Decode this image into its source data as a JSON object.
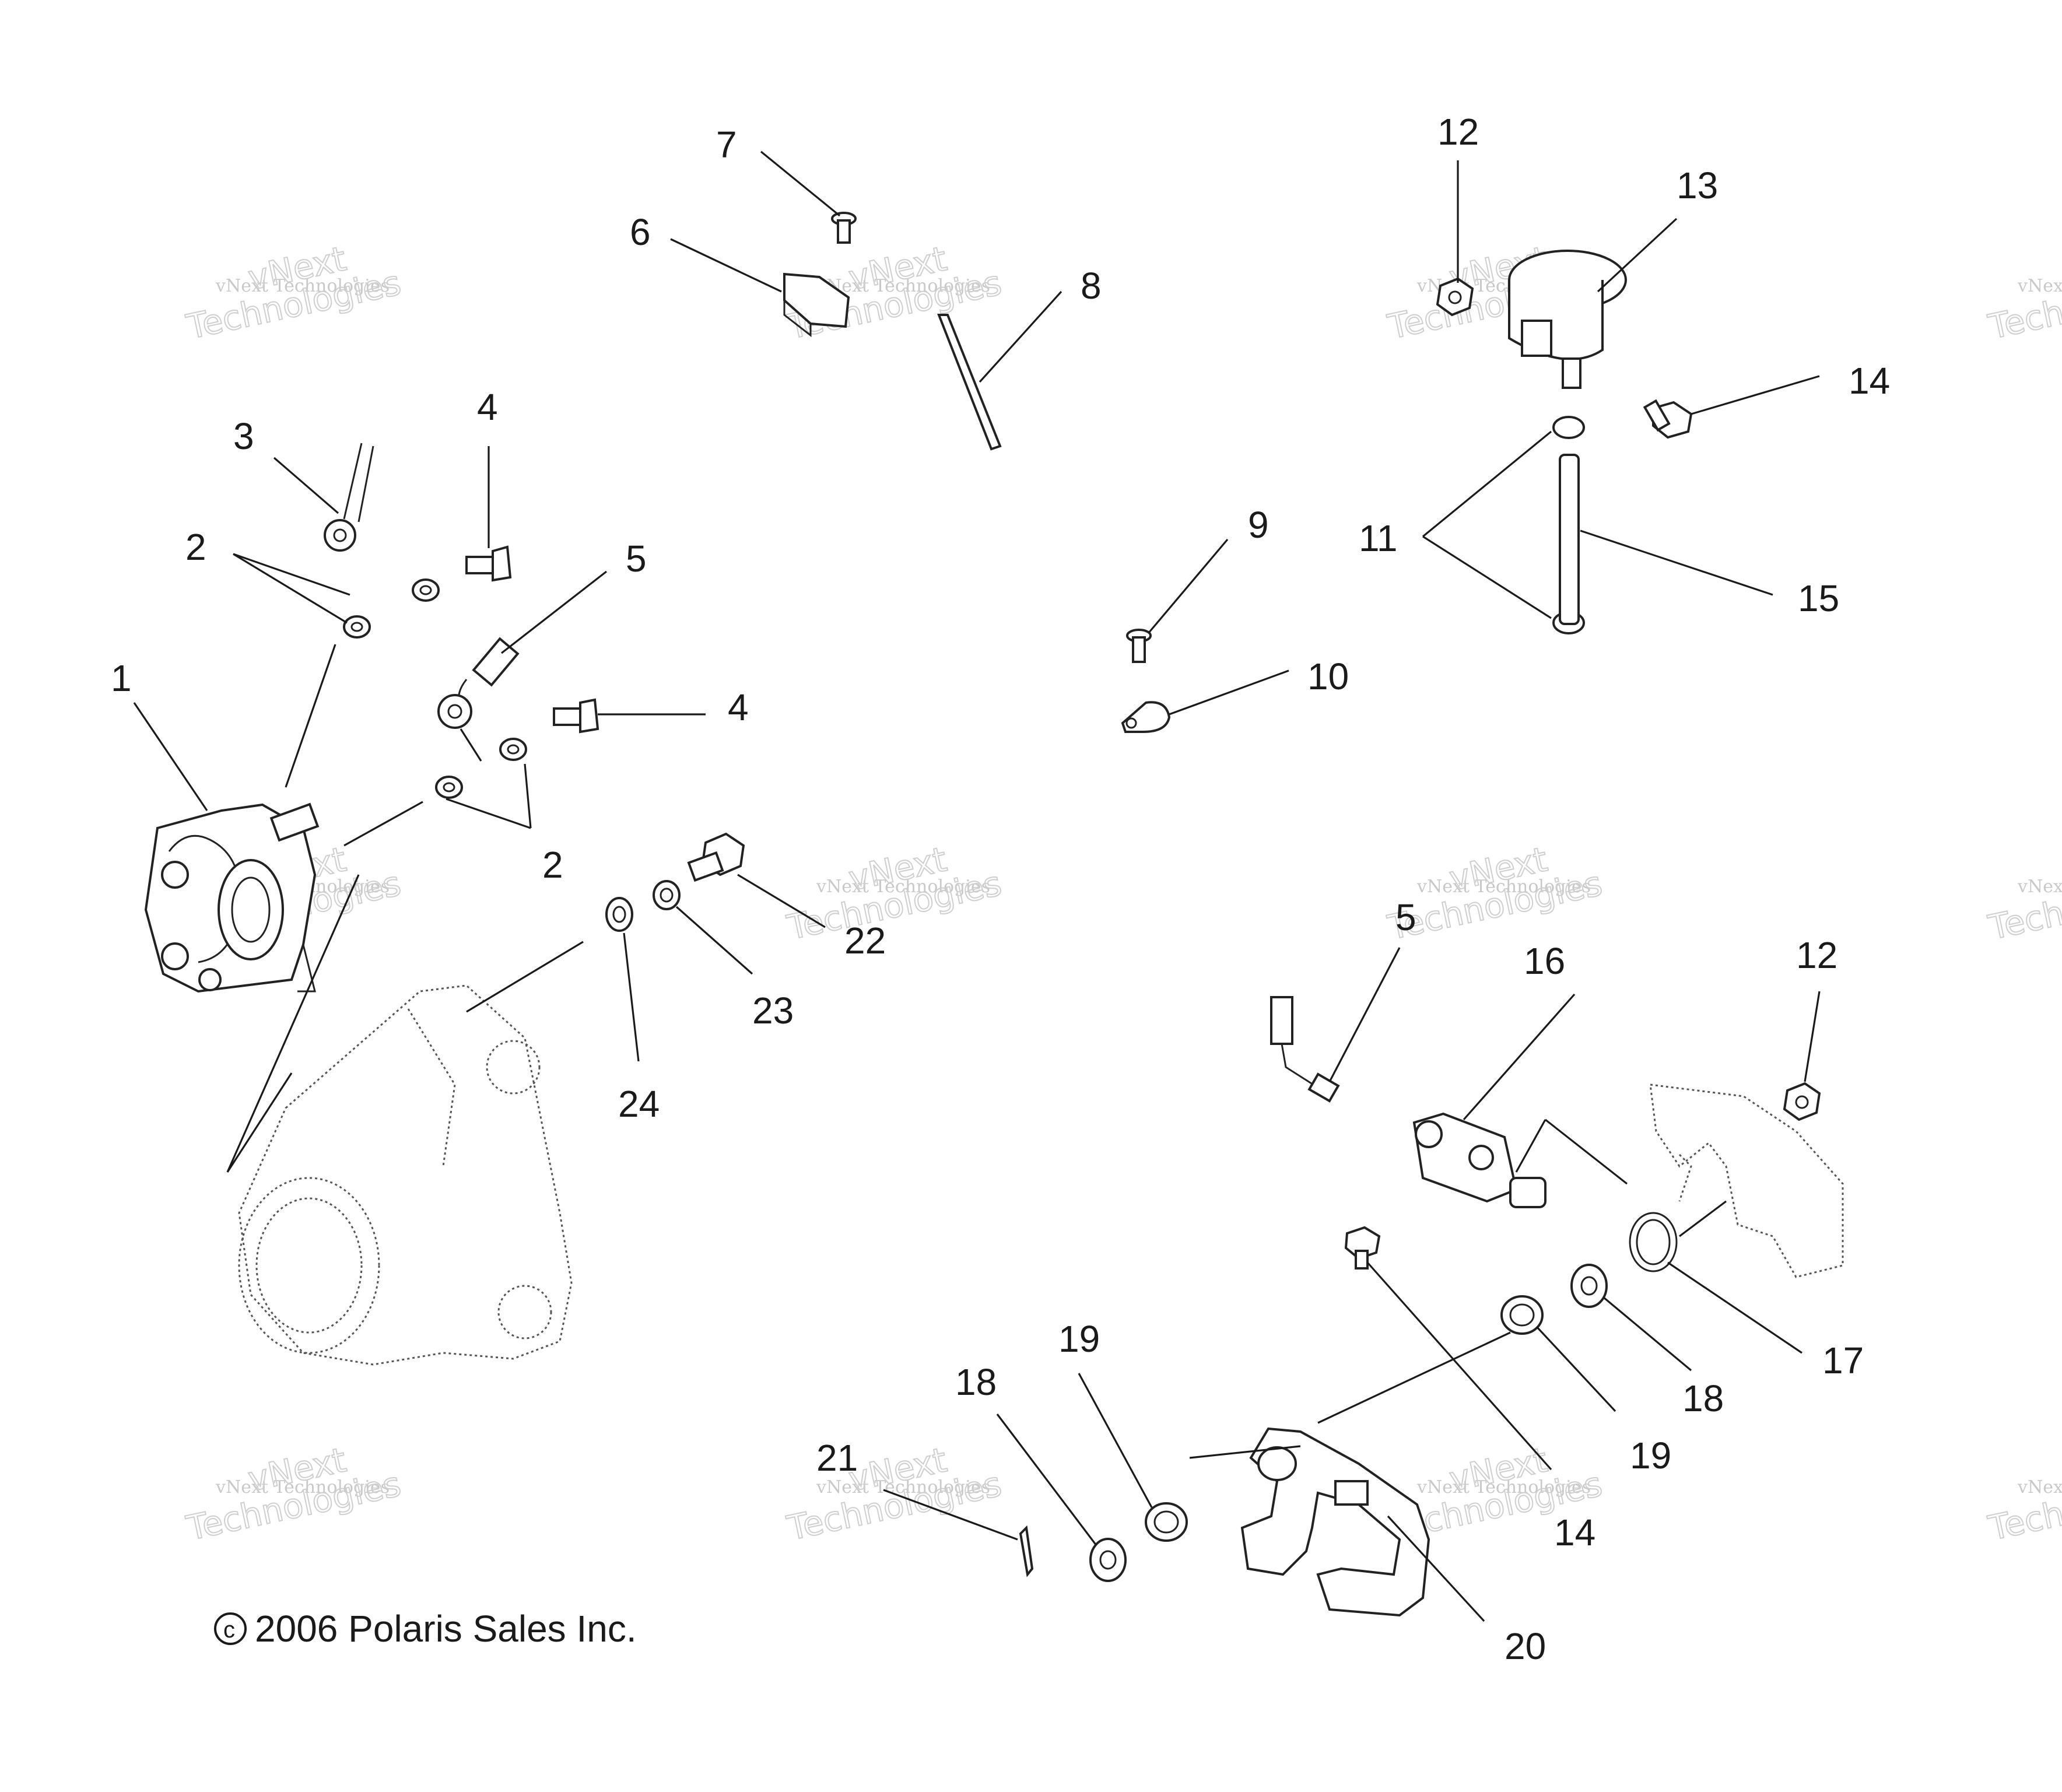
{
  "callouts": {
    "c1": "1",
    "c2a": "2",
    "c2b": "2",
    "c3": "3",
    "c4a": "4",
    "c4b": "4",
    "c5a": "5",
    "c5b": "5",
    "c6": "6",
    "c7": "7",
    "c8": "8",
    "c9": "9",
    "c10": "10",
    "c11": "11",
    "c12a": "12",
    "c12b": "12",
    "c13": "13",
    "c14a": "14",
    "c14b": "14",
    "c15": "15",
    "c16": "16",
    "c17": "17",
    "c18a": "18",
    "c18b": "18",
    "c19a": "19",
    "c19b": "19",
    "c20": "20",
    "c21": "21",
    "c22": "22",
    "c23": "23",
    "c24": "24"
  },
  "copyright": "2006 Polaris Sales Inc.",
  "copyright_symbol": "c",
  "watermark": {
    "line1": "vNext Technologies",
    "line2": "Technologies",
    "line3": "vNext"
  }
}
